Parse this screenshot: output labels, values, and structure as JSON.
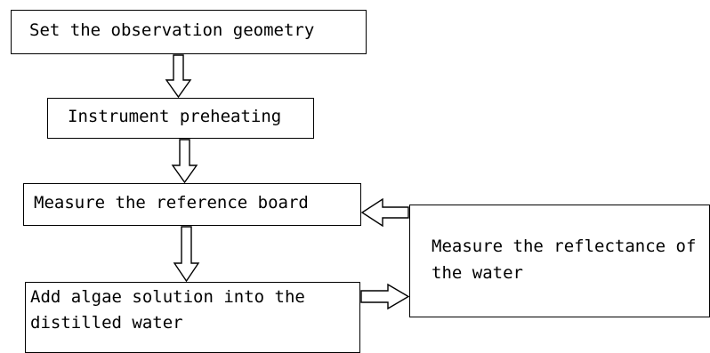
{
  "steps": {
    "geometry": "Set the observation geometry",
    "preheating": "Instrument preheating",
    "reference": "Measure the reference board",
    "algae": "Add algae solution into the distilled water",
    "reflectance": "Measure the reflectance of the water"
  },
  "colors": {
    "stroke": "#000000",
    "background": "#ffffff"
  }
}
